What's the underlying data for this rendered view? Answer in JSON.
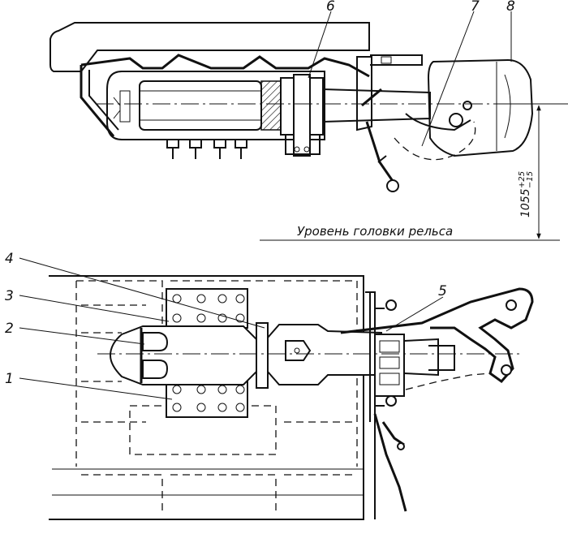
{
  "labels": {
    "l1": "1",
    "l2": "2",
    "l3": "3",
    "l4": "4",
    "l5": "5",
    "l6": "6",
    "l7": "7",
    "l8": "8"
  },
  "rail_level_caption": "Уровень головки рельса",
  "height_dimension": {
    "value": "1055",
    "upper_tolerance": "+25",
    "lower_tolerance": "−15"
  }
}
